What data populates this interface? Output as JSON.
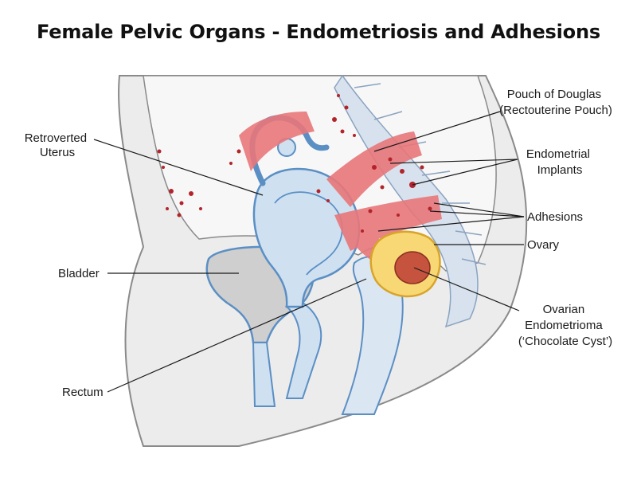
{
  "title": "Female Pelvic Organs - Endometriosis and Adhesions",
  "labels": {
    "pouch_line1": "Pouch of Douglas",
    "pouch_line2": "(Rectouterine Pouch)",
    "implants_line1": "Endometrial",
    "implants_line2": "Implants",
    "adhesions": "Adhesions",
    "ovary": "Ovary",
    "cyst_line1": "Ovarian",
    "cyst_line2": "Endometrioma",
    "cyst_line3": "(‘Chocolate Cyst’)",
    "uterus_line1": "Retroverted",
    "uterus_line2": "Uterus",
    "bladder": "Bladder",
    "rectum": "Rectum"
  },
  "colors": {
    "uterus_fill": "#cfe0f1",
    "uterus_stroke": "#5b8fc4",
    "adhesion": "#e8777a",
    "implant": "#b3242a",
    "ovary_fill": "#f8d775",
    "ovary_stroke": "#d8a42a",
    "cyst": "#c5533d",
    "body_gray": "#ececec",
    "spine": "#d8e2ee"
  }
}
